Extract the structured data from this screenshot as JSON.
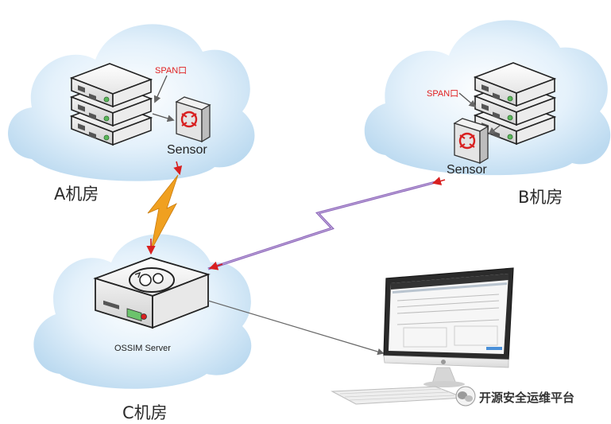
{
  "labels": {
    "room_a": "A机房",
    "room_b": "B机房",
    "room_c": "C机房",
    "sensor": "Sensor",
    "span_port": "SPAN口",
    "ossim_server": "OSSIM Server"
  },
  "watermark": {
    "text": "开源安全运维平台",
    "icon": "wechat-icon"
  },
  "colors": {
    "cloud_fill": "#cfe6f7",
    "cloud_edge": "#b9d8ef",
    "link_orange": "#f0a020",
    "link_purple": "#8a63b8",
    "arrow_red": "#d82020",
    "span_red": "#e02020"
  }
}
